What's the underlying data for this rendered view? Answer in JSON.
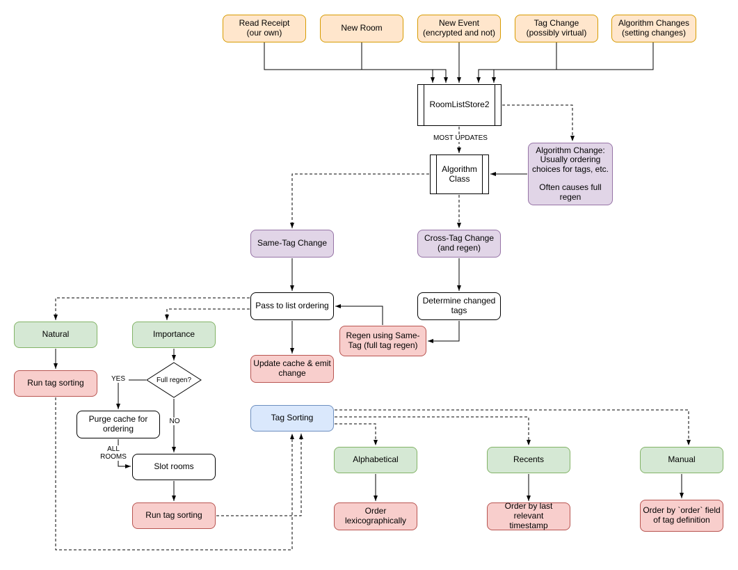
{
  "diagram": {
    "nodes": {
      "read_receipt": {
        "label": "Read Receipt\n(our own)"
      },
      "new_room": {
        "label": "New Room"
      },
      "new_event": {
        "label": "New Event\n(encrypted and not)"
      },
      "tag_change": {
        "label": "Tag Change\n(possibly virtual)"
      },
      "algorithm_changes": {
        "label": "Algorithm Changes\n(setting changes)"
      },
      "room_list_store": {
        "label": "RoomListStore2"
      },
      "algorithm_change_note": {
        "label": "Algorithm Change:\nUsually ordering\nchoices for tags, etc.\n\nOften causes full\nregen"
      },
      "algorithm_class": {
        "label": "Algorithm\nClass"
      },
      "same_tag_change": {
        "label": "Same-Tag Change"
      },
      "cross_tag_change": {
        "label": "Cross-Tag Change\n(and regen)"
      },
      "pass_to_list_ordering": {
        "label": "Pass to list ordering"
      },
      "determine_changed_tags": {
        "label": "Determine changed\ntags"
      },
      "regen_same_tag": {
        "label": "Regen using Same-\nTag (full tag regen)"
      },
      "update_cache": {
        "label": "Update cache & emit\nchange"
      },
      "natural": {
        "label": "Natural"
      },
      "importance": {
        "label": "Importance"
      },
      "run_tag_sorting_left": {
        "label": "Run tag sorting"
      },
      "full_regen": {
        "label": "Full regen?"
      },
      "purge_cache": {
        "label": "Purge cache for\nordering"
      },
      "slot_rooms": {
        "label": "Slot rooms"
      },
      "run_tag_sorting_right": {
        "label": "Run tag sorting"
      },
      "tag_sorting": {
        "label": "Tag Sorting"
      },
      "alphabetical": {
        "label": "Alphabetical"
      },
      "recents": {
        "label": "Recents"
      },
      "manual": {
        "label": "Manual"
      },
      "order_lexicographically": {
        "label": "Order\nlexicographically"
      },
      "order_by_timestamp": {
        "label": "Order by last relevant\ntimestamp"
      },
      "order_by_order_field": {
        "label": "Order by `order` field\nof tag definition"
      }
    },
    "edge_labels": {
      "most_updates": "MOST UPDATES",
      "yes": "YES",
      "no": "NO",
      "all_rooms": "ALL\nROOMS"
    },
    "edges": [
      {
        "from": "read_receipt",
        "to": "room_list_store",
        "style": "solid"
      },
      {
        "from": "new_room",
        "to": "room_list_store",
        "style": "solid"
      },
      {
        "from": "new_event",
        "to": "room_list_store",
        "style": "solid"
      },
      {
        "from": "tag_change",
        "to": "room_list_store",
        "style": "solid"
      },
      {
        "from": "algorithm_changes",
        "to": "room_list_store",
        "style": "solid"
      },
      {
        "from": "room_list_store",
        "to": "algorithm_change_note",
        "style": "dashed"
      },
      {
        "from": "room_list_store",
        "to": "algorithm_class",
        "style": "dashed",
        "label": "MOST UPDATES"
      },
      {
        "from": "algorithm_change_note",
        "to": "algorithm_class",
        "style": "solid"
      },
      {
        "from": "algorithm_class",
        "to": "same_tag_change",
        "style": "dashed"
      },
      {
        "from": "algorithm_class",
        "to": "cross_tag_change",
        "style": "dashed"
      },
      {
        "from": "same_tag_change",
        "to": "pass_to_list_ordering",
        "style": "solid"
      },
      {
        "from": "cross_tag_change",
        "to": "determine_changed_tags",
        "style": "solid"
      },
      {
        "from": "determine_changed_tags",
        "to": "regen_same_tag",
        "style": "solid"
      },
      {
        "from": "regen_same_tag",
        "to": "pass_to_list_ordering",
        "style": "solid"
      },
      {
        "from": "pass_to_list_ordering",
        "to": "update_cache",
        "style": "solid"
      },
      {
        "from": "pass_to_list_ordering",
        "to": "natural",
        "style": "dashed"
      },
      {
        "from": "pass_to_list_ordering",
        "to": "importance",
        "style": "dashed"
      },
      {
        "from": "natural",
        "to": "run_tag_sorting_left",
        "style": "solid"
      },
      {
        "from": "importance",
        "to": "full_regen",
        "style": "solid"
      },
      {
        "from": "full_regen",
        "to": "purge_cache",
        "style": "solid",
        "label": "YES"
      },
      {
        "from": "full_regen",
        "to": "slot_rooms",
        "style": "solid",
        "label": "NO"
      },
      {
        "from": "purge_cache",
        "to": "slot_rooms",
        "style": "solid",
        "label": "ALL ROOMS"
      },
      {
        "from": "slot_rooms",
        "to": "run_tag_sorting_right",
        "style": "solid"
      },
      {
        "from": "run_tag_sorting_left",
        "to": "tag_sorting",
        "style": "dashed"
      },
      {
        "from": "run_tag_sorting_right",
        "to": "tag_sorting",
        "style": "dashed"
      },
      {
        "from": "tag_sorting",
        "to": "alphabetical",
        "style": "dashed"
      },
      {
        "from": "tag_sorting",
        "to": "recents",
        "style": "dashed"
      },
      {
        "from": "tag_sorting",
        "to": "manual",
        "style": "dashed"
      },
      {
        "from": "alphabetical",
        "to": "order_lexicographically",
        "style": "solid"
      },
      {
        "from": "recents",
        "to": "order_by_timestamp",
        "style": "solid"
      },
      {
        "from": "manual",
        "to": "order_by_order_field",
        "style": "solid"
      }
    ],
    "colors": {
      "orange_fill": "#ffe6cc",
      "orange_border": "#d79b00",
      "purple_fill": "#e1d5e7",
      "purple_border": "#9673a6",
      "green_fill": "#d5e8d4",
      "green_border": "#82b366",
      "red_fill": "#f8cecc",
      "red_border": "#b85450",
      "blue_fill": "#dae8fc",
      "blue_border": "#6c8ebf",
      "plain_fill": "#ffffff",
      "line_color": "#000000"
    }
  }
}
